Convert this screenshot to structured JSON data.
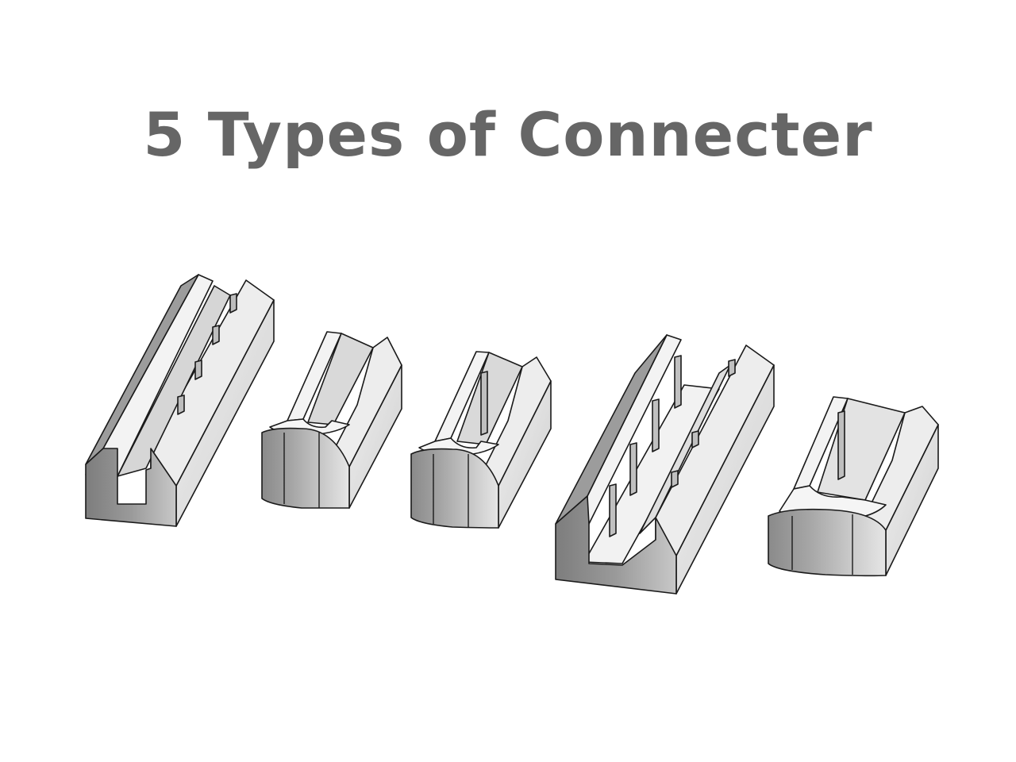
{
  "title": "5 Types of Connecter",
  "colors": {
    "title": "#666666",
    "face_light": "#ececec",
    "face_side": "#dcdcdc",
    "face_front": "#8c8c8c",
    "floor": "#f2f2f2",
    "outline": "#1a1a1a"
  },
  "connectors": [
    {
      "name": "long-straight-channel"
    },
    {
      "name": "short-u-clip"
    },
    {
      "name": "short-u-clip-ridged"
    },
    {
      "name": "long-wide-channel"
    },
    {
      "name": "short-wide-u-clip"
    }
  ]
}
